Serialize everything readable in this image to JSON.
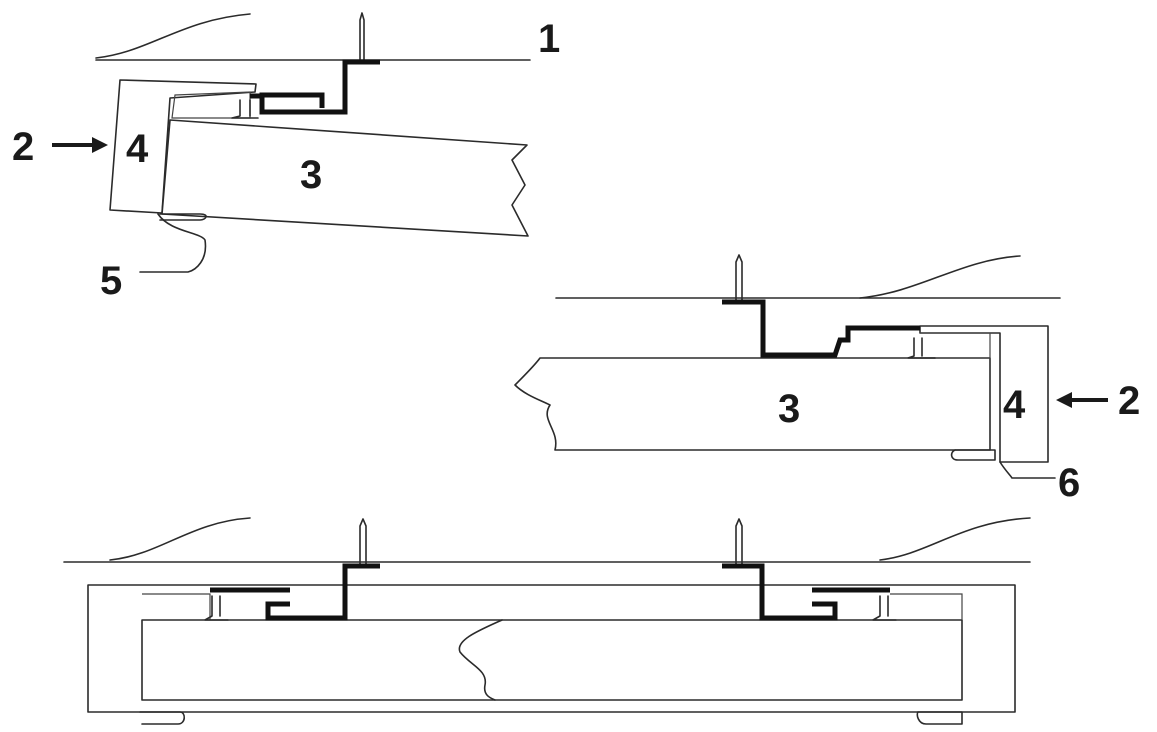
{
  "labels": {
    "ceiling": "1",
    "push_direction": "2",
    "panel": "3",
    "edge_frame": "4",
    "rest_left": "5",
    "rest_right": "6"
  }
}
